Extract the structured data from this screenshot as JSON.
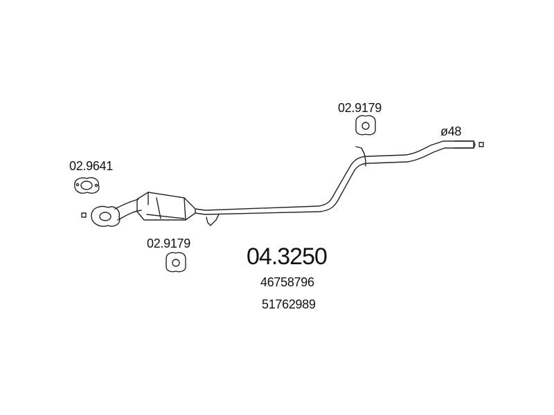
{
  "parts": {
    "main_part_number": "04.3250",
    "oem_numbers": [
      "46758796",
      "51762989"
    ],
    "hanger_top": "02.9179",
    "gasket_left": "02.9641",
    "hanger_bottom": "02.9179",
    "diameter_label": "ø48"
  },
  "icons": [
    "gasket-icon",
    "rubber-hanger-icon",
    "bracket-icon",
    "pipe-end-square-icon"
  ]
}
